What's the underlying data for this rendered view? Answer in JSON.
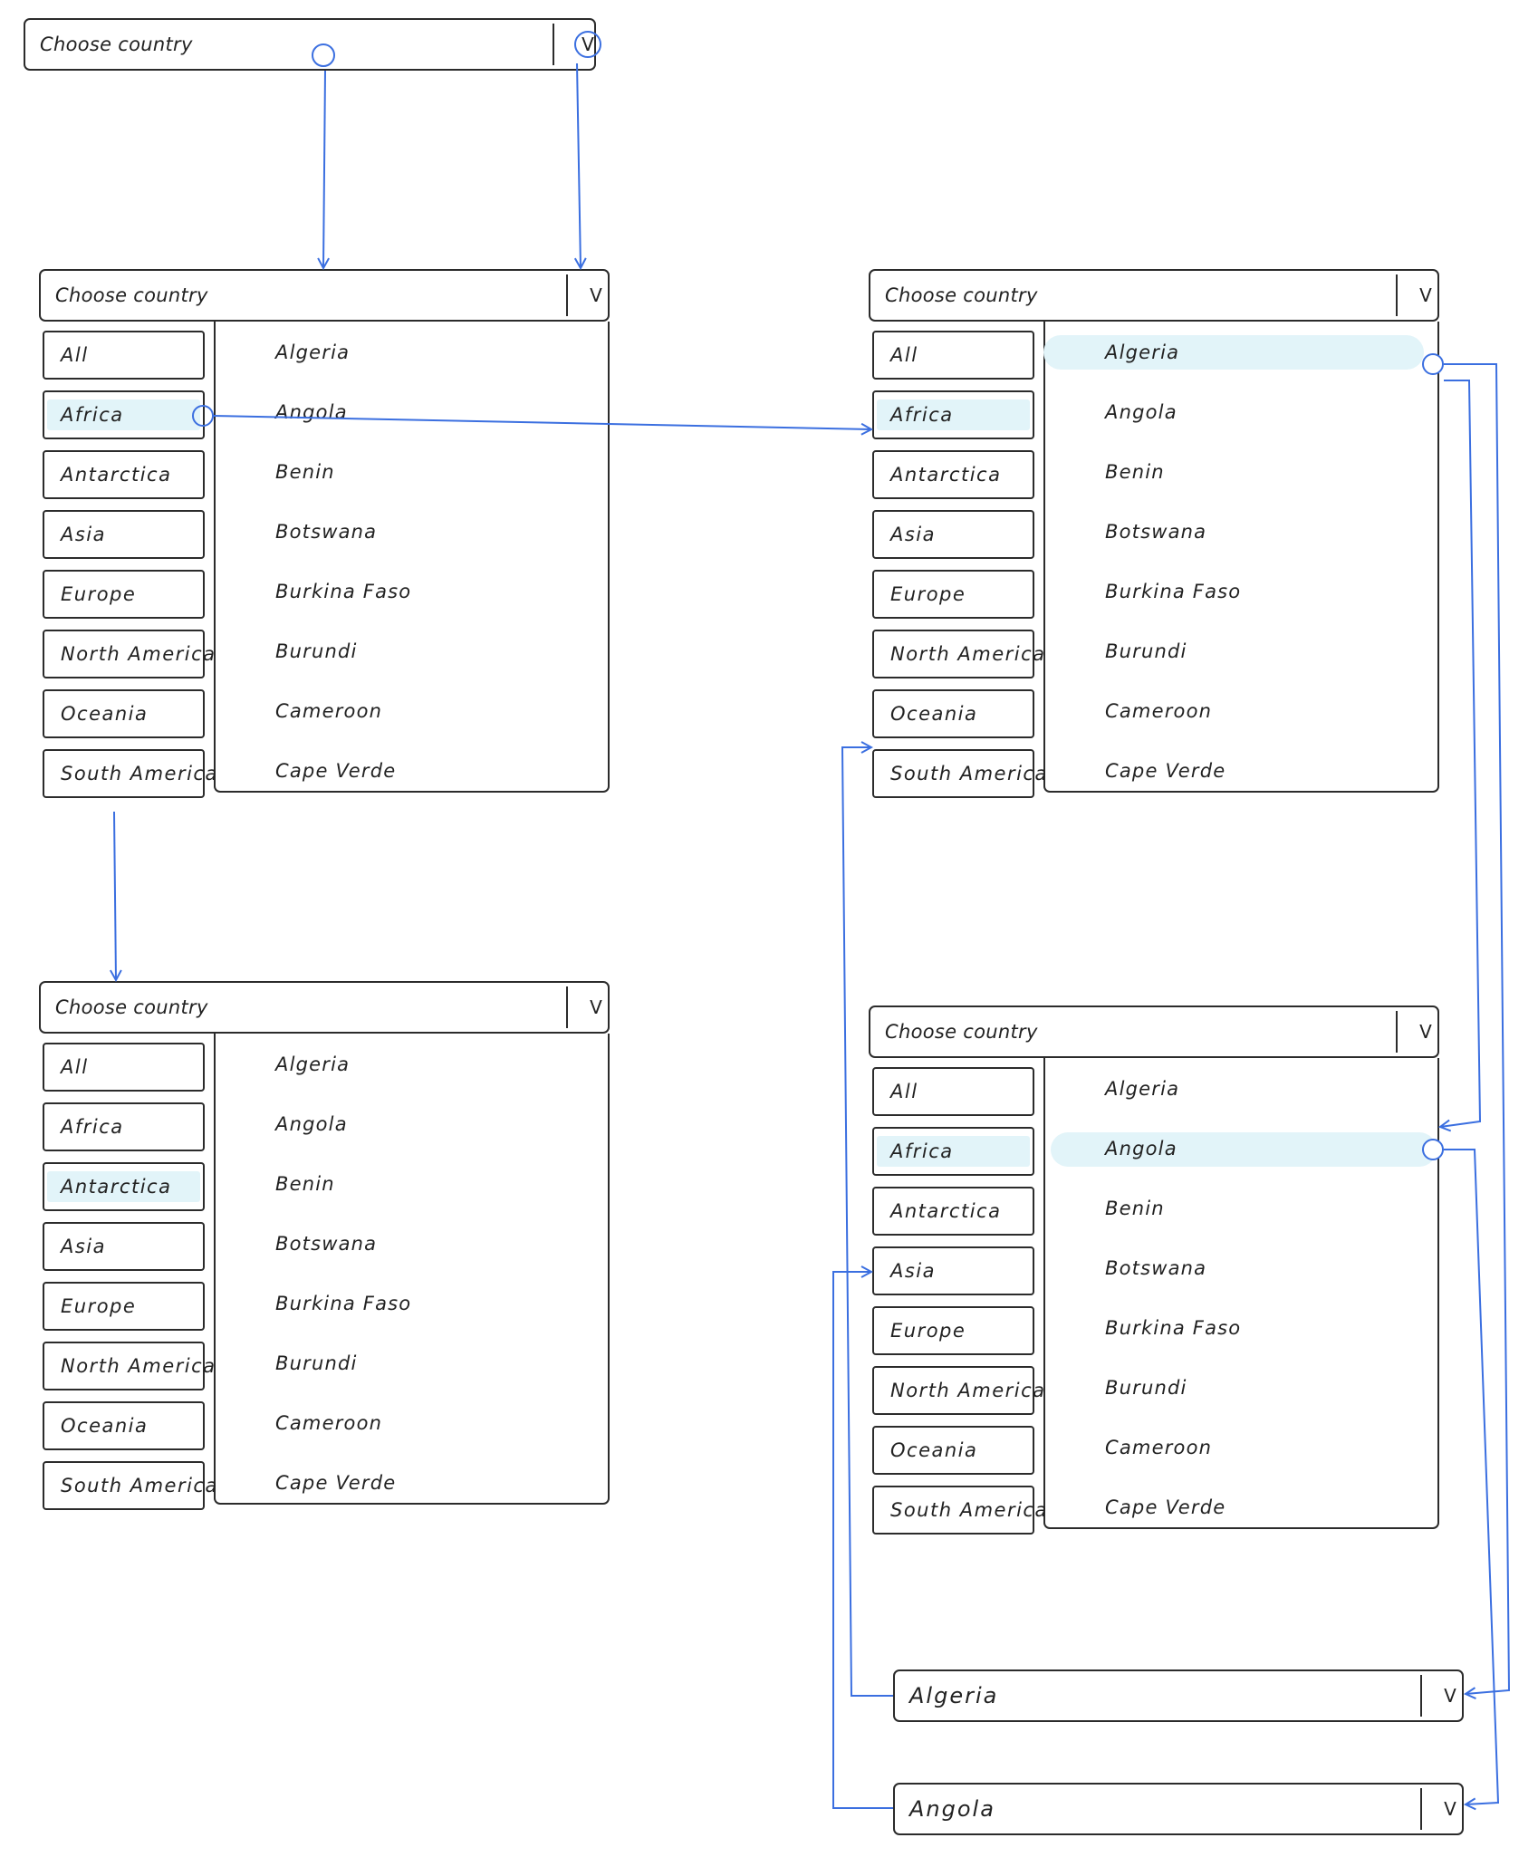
{
  "select_placeholder": "Choose country",
  "chevron_glyph": "V",
  "categories": [
    "All",
    "Africa",
    "Antarctica",
    "Asia",
    "Europe",
    "North America",
    "Oceania",
    "South America"
  ],
  "countries": [
    "Algeria",
    "Angola",
    "Benin",
    "Botswana",
    "Burkina Faso",
    "Burundi",
    "Cameroon",
    "Cape Verde"
  ],
  "result_selects": [
    {
      "value": "Algeria"
    },
    {
      "value": "Angola"
    }
  ],
  "colors": {
    "highlight": "#e2f4f9",
    "arrow": "#3b6fe0",
    "outline": "#2b2b2b"
  }
}
